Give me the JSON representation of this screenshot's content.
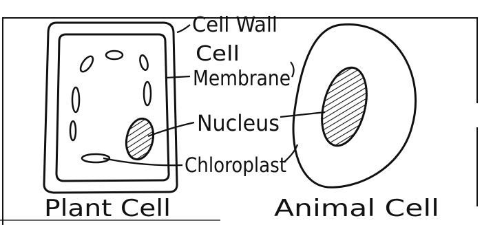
{
  "labels": {
    "cell_wall": "Cell Wall",
    "cell_membrane_line1": "Cell",
    "cell_membrane_line2": "Membrane",
    "nucleus": "Nucleus",
    "chloroplast": "Chloroplast"
  },
  "captions": {
    "plant": "Plant Cell",
    "animal": "Animal Cell"
  },
  "colors": {
    "ink": "#111111",
    "paper": "#ffffff"
  }
}
